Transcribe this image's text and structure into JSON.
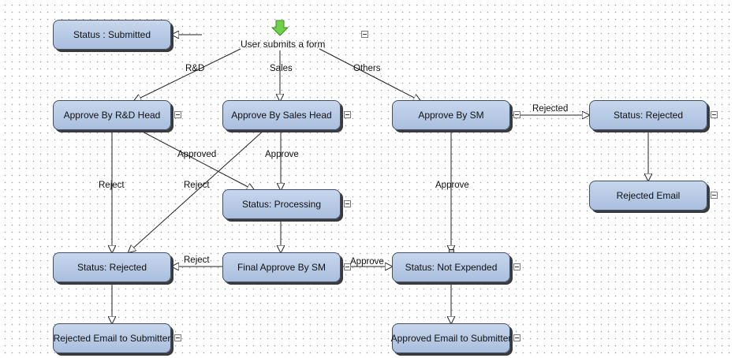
{
  "start": {
    "label": "User submits a form",
    "icon": "green-down-arrow-icon"
  },
  "nodes": {
    "status_submitted": "Status : Submitted",
    "approve_rd_head": "Approve By R&D Head",
    "approve_sales_head": "Approve By Sales Head",
    "approve_sm": "Approve By SM",
    "status_rejected_right": "Status: Rejected",
    "rejected_email": "Rejected Email",
    "status_processing": "Status: Processing",
    "status_rejected_left": "Status: Rejected",
    "final_approve_sm": "Final Approve By SM",
    "status_not_expended": "Status: Not Expended",
    "rejected_email_submitter": "Rejected Email to Submitter",
    "approved_email_submitter": "Approved Email to Submitter"
  },
  "edges": {
    "rd": "R&D",
    "sales": "Sales",
    "others": "Others",
    "rejected": "Rejected",
    "approved": "Approved",
    "approve_sales": "Approve",
    "approve_sm": "Approve",
    "reject_rd": "Reject",
    "reject_sales": "Reject",
    "reject_final": "Reject",
    "approve_final": "Approve"
  },
  "colors": {
    "node_fill": "#b3c6e2",
    "node_border": "#3f4f66",
    "start_arrow": "#6fd14a"
  }
}
